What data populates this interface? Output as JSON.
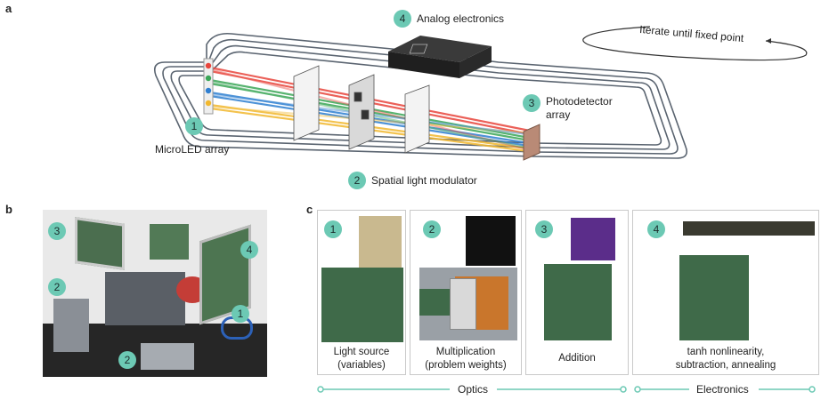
{
  "panel_a": {
    "letter": "a",
    "iterate_label": "Iterate until fixed point",
    "steps": [
      {
        "num": "1",
        "label": "MicroLED array"
      },
      {
        "num": "2",
        "label": "Spatial light modulator"
      },
      {
        "num": "3",
        "label": "Photodetector array"
      },
      {
        "num": "4",
        "label": "Analog electronics"
      }
    ]
  },
  "panel_b": {
    "letter": "b",
    "badges": [
      "3",
      "4",
      "2",
      "1",
      "2"
    ]
  },
  "panel_c": {
    "letter": "c",
    "cards": [
      {
        "num": "1",
        "caption_line1": "Light source",
        "caption_line2": "(variables)"
      },
      {
        "num": "2",
        "caption_line1": "Multiplication",
        "caption_line2": "(problem weights)"
      },
      {
        "num": "3",
        "caption_line1": "Addition",
        "caption_line2": ""
      },
      {
        "num": "4",
        "caption_line1": "tanh nonlinearity,",
        "caption_line2": "subtraction, annealing"
      }
    ],
    "optics_label": "Optics",
    "electronics_label": "Electronics"
  },
  "colors": {
    "accent": "#6cc9b4",
    "red": "#e8453c",
    "green": "#3aa657",
    "blue": "#2f7fd1",
    "yellow": "#f2b82e"
  }
}
